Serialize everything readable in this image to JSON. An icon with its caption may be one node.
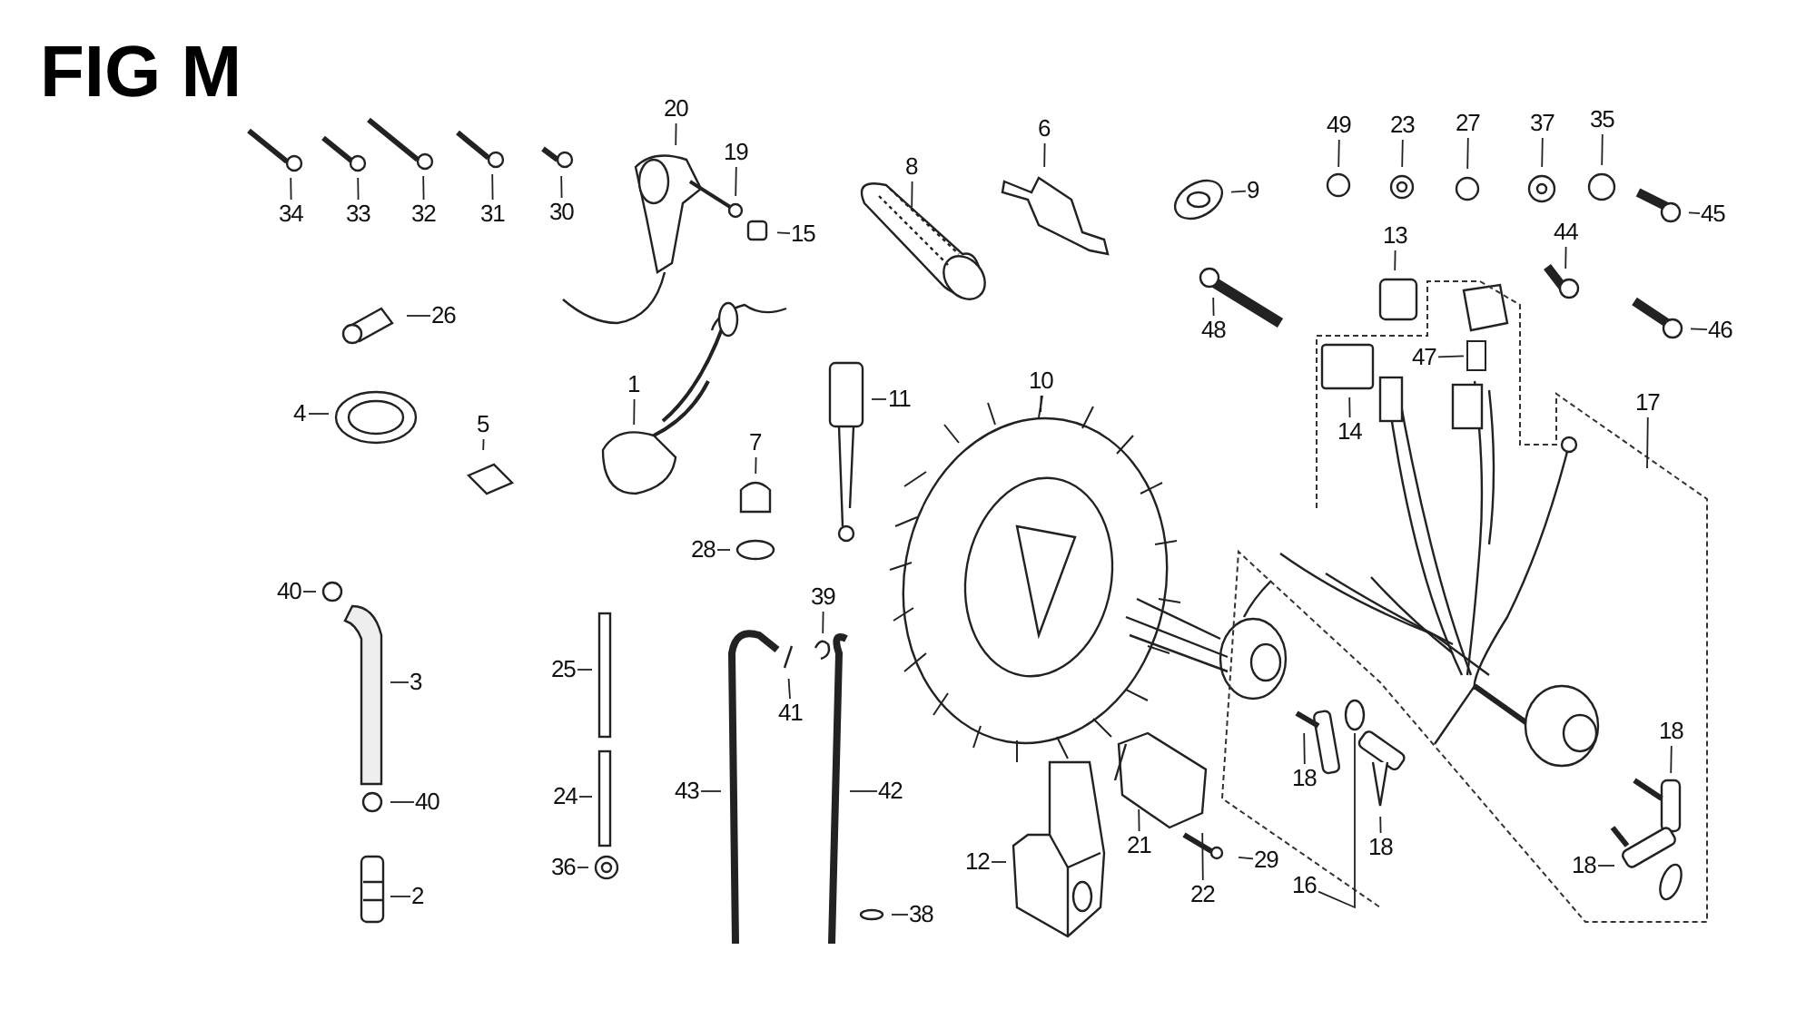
{
  "diagram": {
    "title": "FIG M",
    "nodes": [
      {
        "text": [
          "34"
        ]
      },
      {
        "text": [
          "33"
        ]
      },
      {
        "text": [
          "32"
        ]
      },
      {
        "text": [
          "31"
        ]
      },
      {
        "text": [
          "30"
        ]
      },
      {
        "text": [
          "20"
        ]
      },
      {
        "text": [
          "19"
        ]
      },
      {
        "text": [
          "15"
        ]
      },
      {
        "text": [
          "8"
        ]
      },
      {
        "text": [
          "6"
        ]
      },
      {
        "text": [
          "9"
        ]
      },
      {
        "text": [
          "49"
        ]
      },
      {
        "text": [
          "23"
        ]
      },
      {
        "text": [
          "27"
        ]
      },
      {
        "text": [
          "37"
        ]
      },
      {
        "text": [
          "35"
        ]
      },
      {
        "text": [
          "45"
        ]
      },
      {
        "text": [
          "13"
        ]
      },
      {
        "text": [
          "44"
        ]
      },
      {
        "text": [
          "26"
        ]
      },
      {
        "text": [
          "48"
        ]
      },
      {
        "text": [
          "46"
        ]
      },
      {
        "text": [
          "47"
        ]
      },
      {
        "text": [
          "1"
        ]
      },
      {
        "text": [
          "11"
        ]
      },
      {
        "text": [
          "10"
        ]
      },
      {
        "text": [
          "4"
        ]
      },
      {
        "text": [
          "5"
        ]
      },
      {
        "text": [
          "14"
        ]
      },
      {
        "text": [
          "17"
        ]
      },
      {
        "text": [
          "7"
        ]
      },
      {
        "text": [
          "28"
        ]
      },
      {
        "text": [
          "40"
        ]
      },
      {
        "text": [
          "39"
        ]
      },
      {
        "text": [
          "25"
        ]
      },
      {
        "text": [
          "3"
        ]
      },
      {
        "text": [
          "41"
        ]
      },
      {
        "text": [
          "18"
        ]
      },
      {
        "text": [
          "18"
        ]
      },
      {
        "text": [
          "43"
        ]
      },
      {
        "text": [
          "24"
        ]
      },
      {
        "text": [
          "42"
        ]
      },
      {
        "text": [
          "40"
        ]
      },
      {
        "text": [
          "21"
        ]
      },
      {
        "text": [
          "18"
        ]
      },
      {
        "text": [
          "29"
        ]
      },
      {
        "text": [
          "12"
        ]
      },
      {
        "text": [
          "36"
        ]
      },
      {
        "text": [
          "18"
        ]
      },
      {
        "text": [
          "16"
        ]
      },
      {
        "text": [
          "2"
        ]
      },
      {
        "text": [
          "22"
        ]
      },
      {
        "text": [
          "38"
        ]
      },
      {
        "text": [],
        "shape": "circle"
      },
      {
        "text": [],
        "shape": "box"
      }
    ],
    "edges": [
      {
        "from": 0,
        "to": null,
        "arrow": "none"
      },
      {
        "from": 1,
        "to": null,
        "arrow": "none"
      },
      {
        "from": 2,
        "to": null,
        "arrow": "none"
      },
      {
        "from": 3,
        "to": null,
        "arrow": "none"
      },
      {
        "from": 4,
        "to": null,
        "arrow": "none"
      },
      {
        "from": 5,
        "to": null,
        "arrow": "none"
      },
      {
        "from": 6,
        "to": null,
        "arrow": "none"
      },
      {
        "from": 7,
        "to": null,
        "arrow": "none"
      },
      {
        "from": 8,
        "to": null,
        "arrow": "none"
      },
      {
        "from": 9,
        "to": null,
        "arrow": "none"
      },
      {
        "from": 10,
        "to": null,
        "arrow": "none"
      },
      {
        "from": 11,
        "to": null,
        "arrow": "none"
      },
      {
        "from": 12,
        "to": null,
        "arrow": "none"
      },
      {
        "from": 13,
        "to": null,
        "arrow": "none"
      },
      {
        "from": 14,
        "to": null,
        "arrow": "none"
      },
      {
        "from": 15,
        "to": null,
        "arrow": "none"
      },
      {
        "from": 16,
        "to": null,
        "arrow": "none"
      },
      {
        "from": 17,
        "to": null,
        "arrow": "none"
      },
      {
        "from": 18,
        "to": null,
        "arrow": "none"
      },
      {
        "from": 19,
        "to": null,
        "arrow": "none"
      },
      {
        "from": 20,
        "to": null,
        "arrow": "none"
      },
      {
        "from": 21,
        "to": null,
        "arrow": "none"
      },
      {
        "from": 22,
        "to": 54,
        "arrow": "none"
      },
      {
        "from": 23,
        "to": null,
        "arrow": "none"
      },
      {
        "from": 24,
        "to": null,
        "arrow": "none"
      },
      {
        "from": 25,
        "to": null,
        "arrow": "none"
      },
      {
        "from": 26,
        "to": null,
        "arrow": "none"
      },
      {
        "from": 27,
        "to": null,
        "arrow": "none"
      },
      {
        "from": 28,
        "to": null,
        "arrow": "none"
      },
      {
        "from": 29,
        "to": null,
        "arrow": "none"
      },
      {
        "from": 30,
        "to": null,
        "arrow": "none"
      },
      {
        "from": 31,
        "to": null,
        "arrow": "none"
      },
      {
        "from": 32,
        "to": null,
        "arrow": "none"
      },
      {
        "from": 33,
        "to": null,
        "arrow": "none"
      },
      {
        "from": 34,
        "to": null,
        "arrow": "none"
      },
      {
        "from": 35,
        "to": null,
        "arrow": "none"
      },
      {
        "from": 36,
        "to": null,
        "arrow": "none"
      },
      {
        "from": 37,
        "to": null,
        "arrow": "none"
      },
      {
        "from": 38,
        "to": null,
        "arrow": "none"
      },
      {
        "from": 39,
        "to": null,
        "arrow": "none"
      },
      {
        "from": 40,
        "to": null,
        "arrow": "none"
      },
      {
        "from": 41,
        "to": null,
        "arrow": "none"
      },
      {
        "from": 42,
        "to": null,
        "arrow": "none"
      },
      {
        "from": 43,
        "to": null,
        "arrow": "none"
      },
      {
        "from": 44,
        "to": null,
        "arrow": "none"
      },
      {
        "from": 45,
        "to": null,
        "arrow": "none"
      },
      {
        "from": 46,
        "to": null,
        "arrow": "none"
      },
      {
        "from": 47,
        "to": null,
        "arrow": "none"
      },
      {
        "from": 48,
        "to": null,
        "arrow": "none"
      },
      {
        "from": 49,
        "to": 53,
        "arrow": "none"
      },
      {
        "from": 50,
        "to": null,
        "arrow": "none"
      },
      {
        "from": 51,
        "to": null,
        "arrow": "none"
      },
      {
        "from": 52,
        "to": null,
        "arrow": "none"
      }
    ]
  }
}
